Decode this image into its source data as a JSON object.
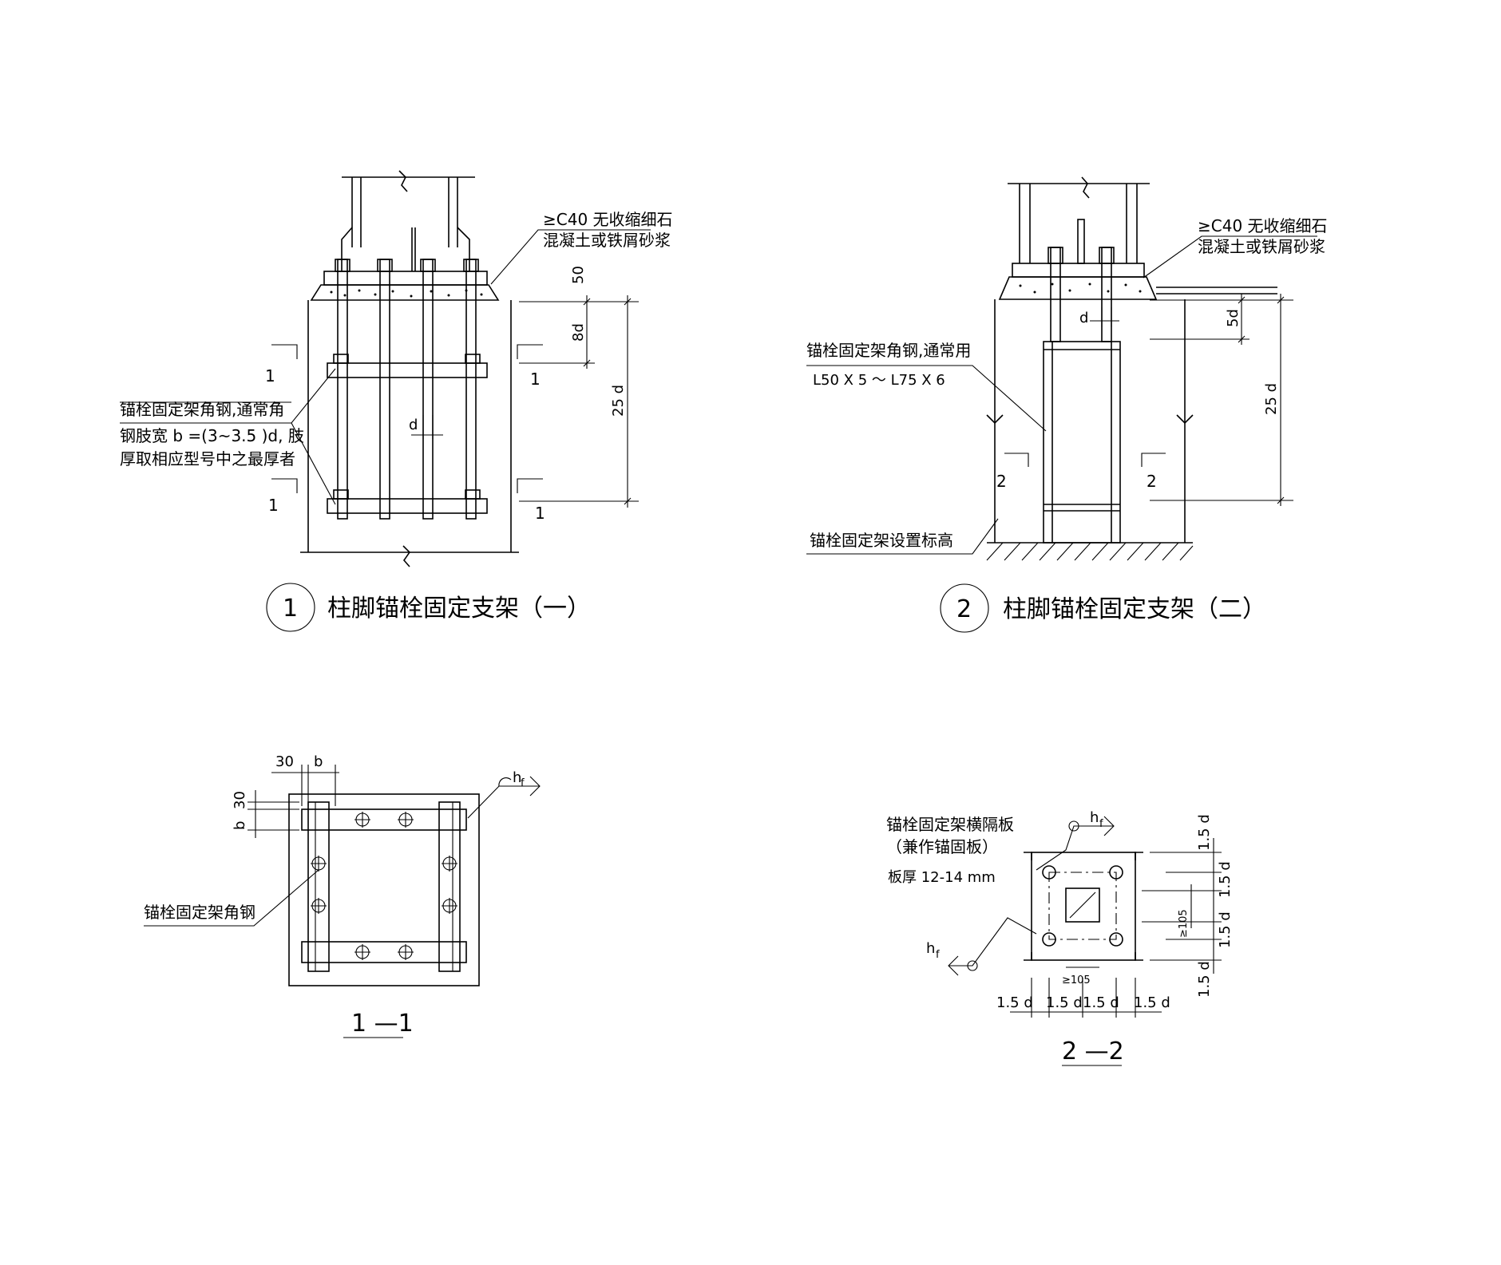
{
  "drawing1": {
    "title_number": "1",
    "title": "柱脚锚栓固定支架（一）",
    "grout_note_line1": "≥C40  无收缩细石",
    "grout_note_line2": "混凝土或铁屑砂浆",
    "angle_note_line1": "锚栓固定架角钢,通常角",
    "angle_note_line2": "钢肢宽 b =(3~3.5  )d, 肢",
    "angle_note_line3": "厚取相应型号中之最厚者",
    "dim_50": "50",
    "dim_8d": "8d",
    "dim_25d": "25 d",
    "dim_d": "d",
    "section_mark": "1"
  },
  "drawing2": {
    "title_number": "2",
    "title": "柱脚锚栓固定支架（二）",
    "grout_note_line1": "≥C40  无收缩细石",
    "grout_note_line2": "混凝土或铁屑砂浆",
    "angle_note_line1": "锚栓固定架角钢,通常用",
    "angle_note_line2": "L50 X 5 ～  L75 X 6",
    "elevation_note": "锚栓固定架设置标高",
    "dim_5d": "5d",
    "dim_25d": "25 d",
    "dim_d": "d",
    "section_mark": "2"
  },
  "section11": {
    "label": "1 —1",
    "dim_30_top": "30",
    "dim_b_top": "b",
    "dim_30_side": "30",
    "dim_b_side": "b",
    "angle_label": "锚栓固定架角钢",
    "weld_h": "h",
    "weld_f": "f"
  },
  "section22": {
    "label": "2 —2",
    "plate_note_line1": "锚栓固定架横隔板",
    "plate_note_line2": "（兼作锚固板）",
    "plate_note_line3": "板厚 12-14    mm",
    "dim_15d": "1.5 d",
    "dim_105": "≥105",
    "weld_h": "h",
    "weld_f": "f"
  }
}
